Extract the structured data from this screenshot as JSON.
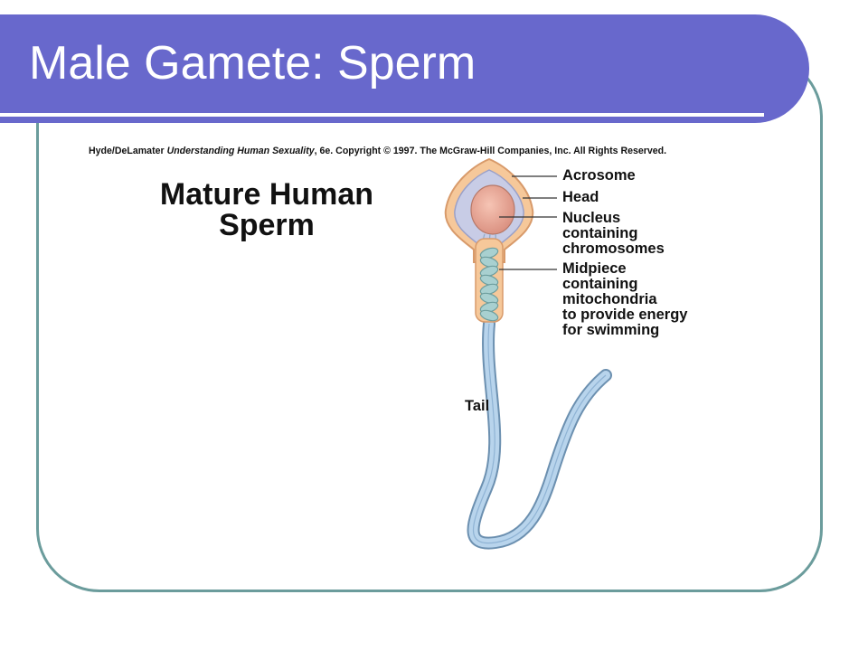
{
  "slide": {
    "title": "Male Gamete: Sperm"
  },
  "figure": {
    "credit_authors": "Hyde/DeLamater ",
    "credit_book": "Understanding Human Sexuality",
    "credit_rest": ", 6e. Copyright © 1997. The McGraw-Hill Companies, Inc. All Rights Reserved.",
    "heading_line1": "Mature Human",
    "heading_line2": "Sperm",
    "labels": {
      "acrosome": "Acrosome",
      "head": "Head",
      "nucleus": "Nucleus\ncontaining\nchromosomes",
      "midpiece": "Midpiece\ncontaining\nmitochondria\nto provide energy\nfor swimming",
      "tail": "Tail"
    }
  },
  "colors": {
    "title_bar": "#6868cc",
    "frame_border": "#6b9c9c",
    "acrosome_fill": "#f6c89a",
    "head_fill": "#c8cce6",
    "nucleus_fill": "#e8a898",
    "midpiece_fill": "#a8d0d0",
    "tail_fill": "#b8d4ec"
  }
}
